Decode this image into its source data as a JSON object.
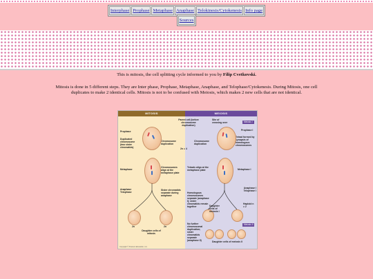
{
  "nav": {
    "links": [
      "Interphase",
      "Prophase",
      "Metaphase",
      "Anaphase",
      "Telokinesis/Cytokenesis",
      "Info page"
    ],
    "secondary": "Sources"
  },
  "content": {
    "intro_text": "This is mitosis, the cell splitting cycle informed to you by ",
    "author": "Filip Cvetkovski.",
    "description": "Mitosis is done in 5 different steps. They are Inter phase, Prophase, Metaphase, Anaphase, and Telophase/Cytokenesis. During Mitosis, one cell duplicates to make 2 identical cells. Mitosis is not to be confused with Meiosis, which makes 2 new cells that are not identical."
  },
  "figure": {
    "headers": {
      "left": "MITOSIS",
      "right": "MEIOSIS"
    },
    "labels": {
      "parent_cell": "Parent cell (before chromosome duplication)",
      "crossing_over": "Site of crossing over",
      "meiosis_i": "Meiosis I",
      "prophase": "Prophase",
      "prophase_i": "Prophase I",
      "duplicated": "Duplicated chromosome (two sister chromatids)",
      "chrom_dup": "Chromosome duplication",
      "chrom_dup2": "Chromosome duplication",
      "two_n": "2n = 4",
      "tetrad": "Tetrad formed by synapsis of homologous chromosomes",
      "metaphase": "Metaphase",
      "align": "Chromosomes align at the metaphase plate",
      "tetrads_align": "Tetrads align at the metaphase plate",
      "metaphase_i": "Metaphase I",
      "anaphase_telophase": "Anaphase Telophase",
      "sister_sep": "Sister chromatids separate during anaphase",
      "homologous": "Homologous chromosomes separate (anaphase I); sister chromatids remain together",
      "anaphase_i": "Anaphase I Telophase I",
      "haploid": "Haploid n = 2",
      "daughter_meiosis_i": "Daughter cells of meiosis I",
      "meiosis_ii": "Meiosis II",
      "no_further": "No further chromosomal duplication; sister chromatids separate (anaphase II)",
      "daughter_meiosis_ii": "Daughter cells of meiosis II",
      "two_n_left": "2n",
      "two_n_right": "2n",
      "daughter_mitosis": "Daughter cells of mitosis",
      "copyright": "Copyright © Pearson Education, Inc."
    }
  },
  "colors": {
    "background": "#fcbfc3",
    "mitosis_header": "#8f6a2a",
    "meiosis_header": "#6a4a9c",
    "chromosome_red": "#d8454a",
    "chromosome_blue": "#3b6fc4"
  }
}
